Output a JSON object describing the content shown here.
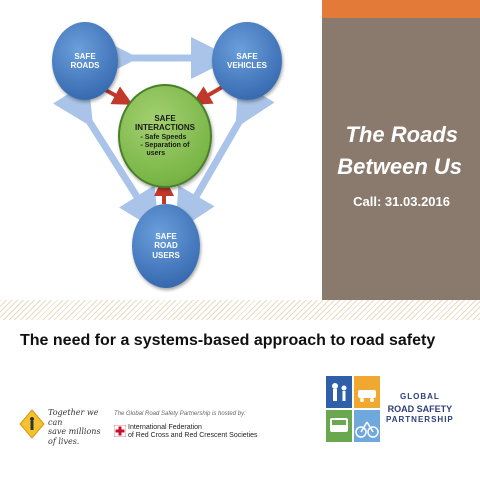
{
  "diagram": {
    "safe_roads": [
      "SAFE",
      "ROADS"
    ],
    "safe_vehicles": [
      "SAFE",
      "VEHICLES"
    ],
    "safe_interactions": {
      "title": [
        "SAFE",
        "INTERACTIONS"
      ],
      "items": [
        "- Safe Speeds",
        "- Separation of",
        "users"
      ]
    },
    "safe_road_users": [
      "SAFE",
      "ROAD",
      "USERS"
    ]
  },
  "title_panel": {
    "title_line1": "The Roads",
    "title_line2": "Between Us",
    "call": "Call: 31.03.2016"
  },
  "subtitle": "The need for a systems-based approach to road safety",
  "footer": {
    "slogan": [
      "Together we can",
      "save millions",
      "of lives."
    ],
    "hosted_text": "The Global Road Safety Partnership is hosted by:",
    "ifrc_lines": [
      "International Federation",
      "of Red Cross and Red Crescent Societies"
    ],
    "gsp_lines": [
      "GLOBAL",
      "ROAD SAFETY",
      "PARTNERSHIP"
    ]
  },
  "colors": {
    "panel_bg": "#8a7a6e",
    "panel_stripe": "#e47a37",
    "node_blue": "#3c6fb4",
    "node_green": "#7ab648",
    "arrow_blue": "#a9c4e8",
    "arrow_red": "#c0392b",
    "gsp_blue": "#2e3f7a"
  }
}
